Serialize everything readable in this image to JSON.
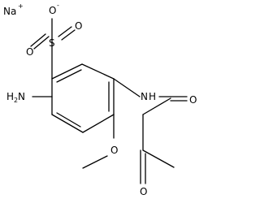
{
  "molecule": {
    "atoms": {
      "sodium": "Na",
      "sodium_charge": "+",
      "sulfonate_o_neg": "O",
      "sulfonate_o_neg_charge": "-",
      "sulfonate_s": "S",
      "sulfonate_o_left": "O",
      "sulfonate_o_right": "O",
      "amino_h": "H",
      "amino_h_count": "2",
      "amino_n": "N",
      "amide_n": "N",
      "amide_h": "H",
      "methoxy_o": "O",
      "amide_o": "O",
      "ketone_o": "O"
    }
  }
}
